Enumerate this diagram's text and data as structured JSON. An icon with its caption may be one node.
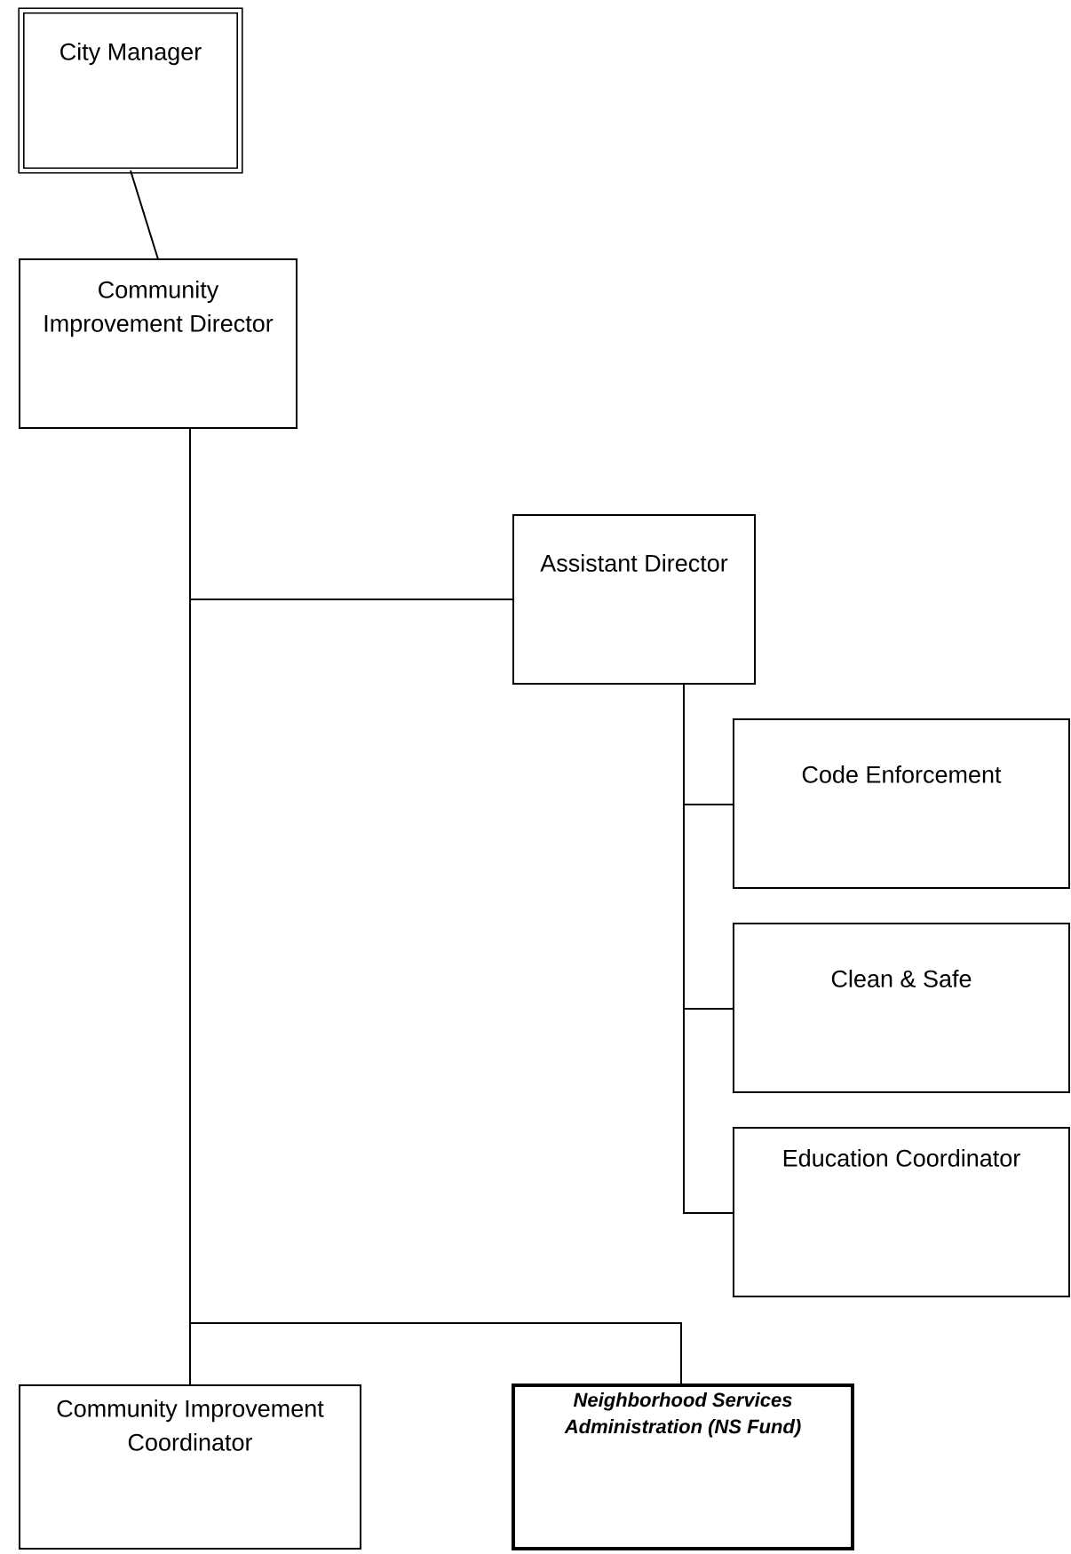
{
  "diagram": {
    "nodes": [
      {
        "text": [
          "City Manager"
        ]
      },
      {
        "text": [
          "Community Improvement Director"
        ]
      },
      {
        "text": [
          "Assistant Director"
        ]
      },
      {
        "text": [
          "Code Enforcement"
        ]
      },
      {
        "text": [
          "Clean & Safe"
        ]
      },
      {
        "text": [
          "Education Coordinator"
        ]
      },
      {
        "text": [
          "Community Improvement Coordinator"
        ]
      },
      {
        "text": [
          "Neighborhood Services Administration (NS Fund)"
        ]
      }
    ],
    "edges": [
      {
        "from": 0,
        "to": 1,
        "arrow": "none"
      },
      {
        "from": 1,
        "to": 2,
        "arrow": "none"
      },
      {
        "from": 1,
        "to": 6,
        "arrow": "none"
      },
      {
        "from": 1,
        "to": 7,
        "arrow": "none"
      },
      {
        "from": 2,
        "to": 3,
        "arrow": "none"
      },
      {
        "from": 2,
        "to": 4,
        "arrow": "none"
      },
      {
        "from": 2,
        "to": 5,
        "arrow": "none"
      }
    ]
  }
}
